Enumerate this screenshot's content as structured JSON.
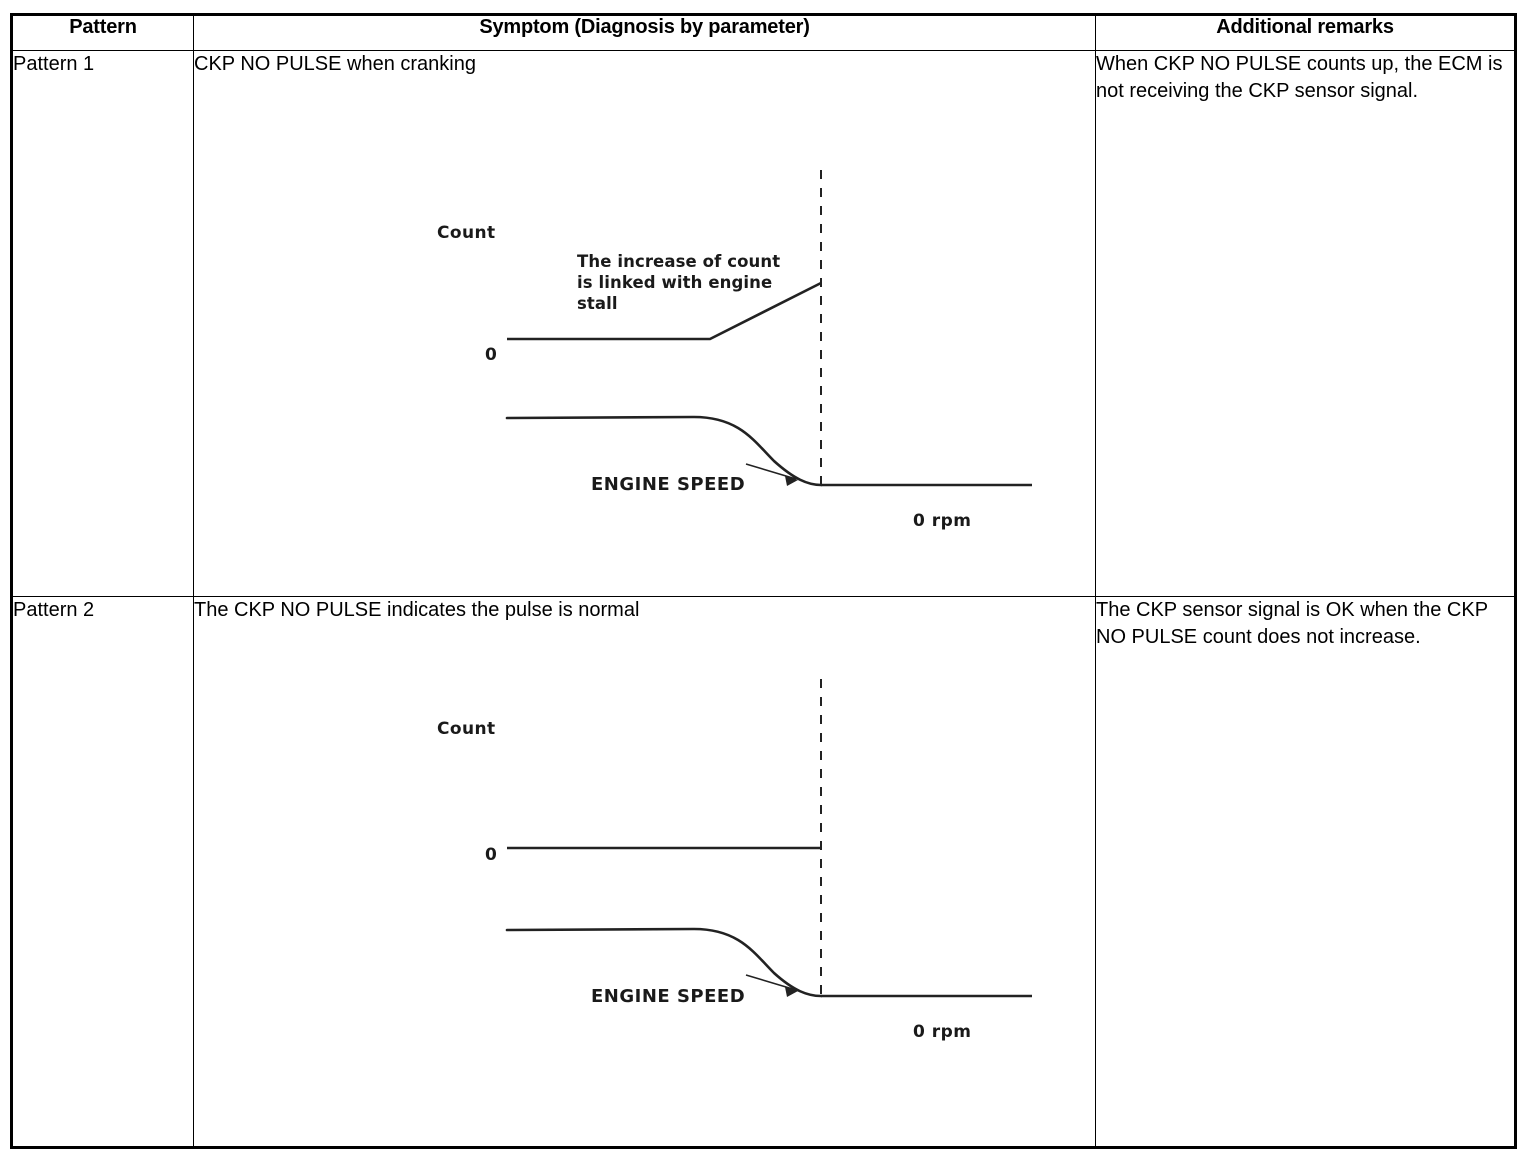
{
  "table": {
    "headers": [
      "Pattern",
      "Symptom (Diagnosis by parameter)",
      "Additional remarks"
    ],
    "rows": [
      {
        "pattern": "Pattern 1",
        "symptom": "CKP NO PULSE when cranking",
        "remarks": "When CKP NO PULSE counts up, the ECM is not receiving the CKP sensor signal.",
        "figure": {
          "count_axis_label": "Count",
          "zero_label": "0",
          "annotation": "The increase of count\nis linked with engine\nstall",
          "engine_speed_label": "ENGINE SPEED",
          "zero_rpm_label": "0 rpm"
        }
      },
      {
        "pattern": "Pattern 2",
        "symptom": "The CKP NO PULSE indicates the pulse is normal",
        "remarks": "The CKP sensor signal is OK when the CKP NO PULSE count does not increase.",
        "figure": {
          "count_axis_label": "Count",
          "zero_label": "0",
          "annotation": "",
          "engine_speed_label": "ENGINE SPEED",
          "zero_rpm_label": "0 rpm"
        }
      }
    ]
  },
  "chart_data": [
    {
      "type": "line",
      "title": "Pattern 1 - CKP NO PULSE when cranking",
      "xlabel": "",
      "ylabel": "Count",
      "grid": false,
      "legend": "none",
      "annotations": [
        {
          "text": "The increase of count is linked with engine stall",
          "x": 0.42,
          "y": 0.8
        },
        {
          "text": "ENGINE SPEED",
          "x": 0.28,
          "y": 0.28
        },
        {
          "text": "0 rpm",
          "x": 0.7,
          "y": 0.05
        },
        {
          "text": "Count",
          "x": 0.05,
          "y": 0.95
        },
        {
          "text": "0",
          "x": 0.09,
          "y": 0.4
        }
      ],
      "event_marker": {
        "style": "dashed-vertical",
        "label": "engine stall",
        "x": 0.63
      },
      "series": [
        {
          "name": "CKP NO PULSE count",
          "x": [
            0.0,
            0.39,
            0.63
          ],
          "values": [
            0,
            0,
            38
          ],
          "note": "flat at 0 then increases after stall"
        },
        {
          "name": "ENGINE SPEED",
          "x": [
            0.0,
            0.42,
            0.55,
            0.6,
            0.63,
            1.0
          ],
          "values": [
            100,
            98,
            80,
            35,
            0,
            0
          ],
          "note": "plateau then drops to 0 rpm at stall"
        }
      ]
    },
    {
      "type": "line",
      "title": "Pattern 2 - The CKP NO PULSE indicates the pulse is normal",
      "xlabel": "",
      "ylabel": "Count",
      "grid": false,
      "legend": "none",
      "annotations": [
        {
          "text": "ENGINE SPEED",
          "x": 0.28,
          "y": 0.28
        },
        {
          "text": "0 rpm",
          "x": 0.7,
          "y": 0.05
        },
        {
          "text": "Count",
          "x": 0.05,
          "y": 0.95
        },
        {
          "text": "0",
          "x": 0.09,
          "y": 0.4
        }
      ],
      "event_marker": {
        "style": "dashed-vertical",
        "label": "engine stall",
        "x": 0.63
      },
      "series": [
        {
          "name": "CKP NO PULSE count",
          "x": [
            0.0,
            0.63
          ],
          "values": [
            0,
            0
          ],
          "note": "stays flat at 0 - no increase"
        },
        {
          "name": "ENGINE SPEED",
          "x": [
            0.0,
            0.42,
            0.55,
            0.6,
            0.63,
            1.0
          ],
          "values": [
            100,
            98,
            80,
            35,
            0,
            0
          ],
          "note": "plateau then drops to 0 rpm at stall"
        }
      ]
    }
  ]
}
